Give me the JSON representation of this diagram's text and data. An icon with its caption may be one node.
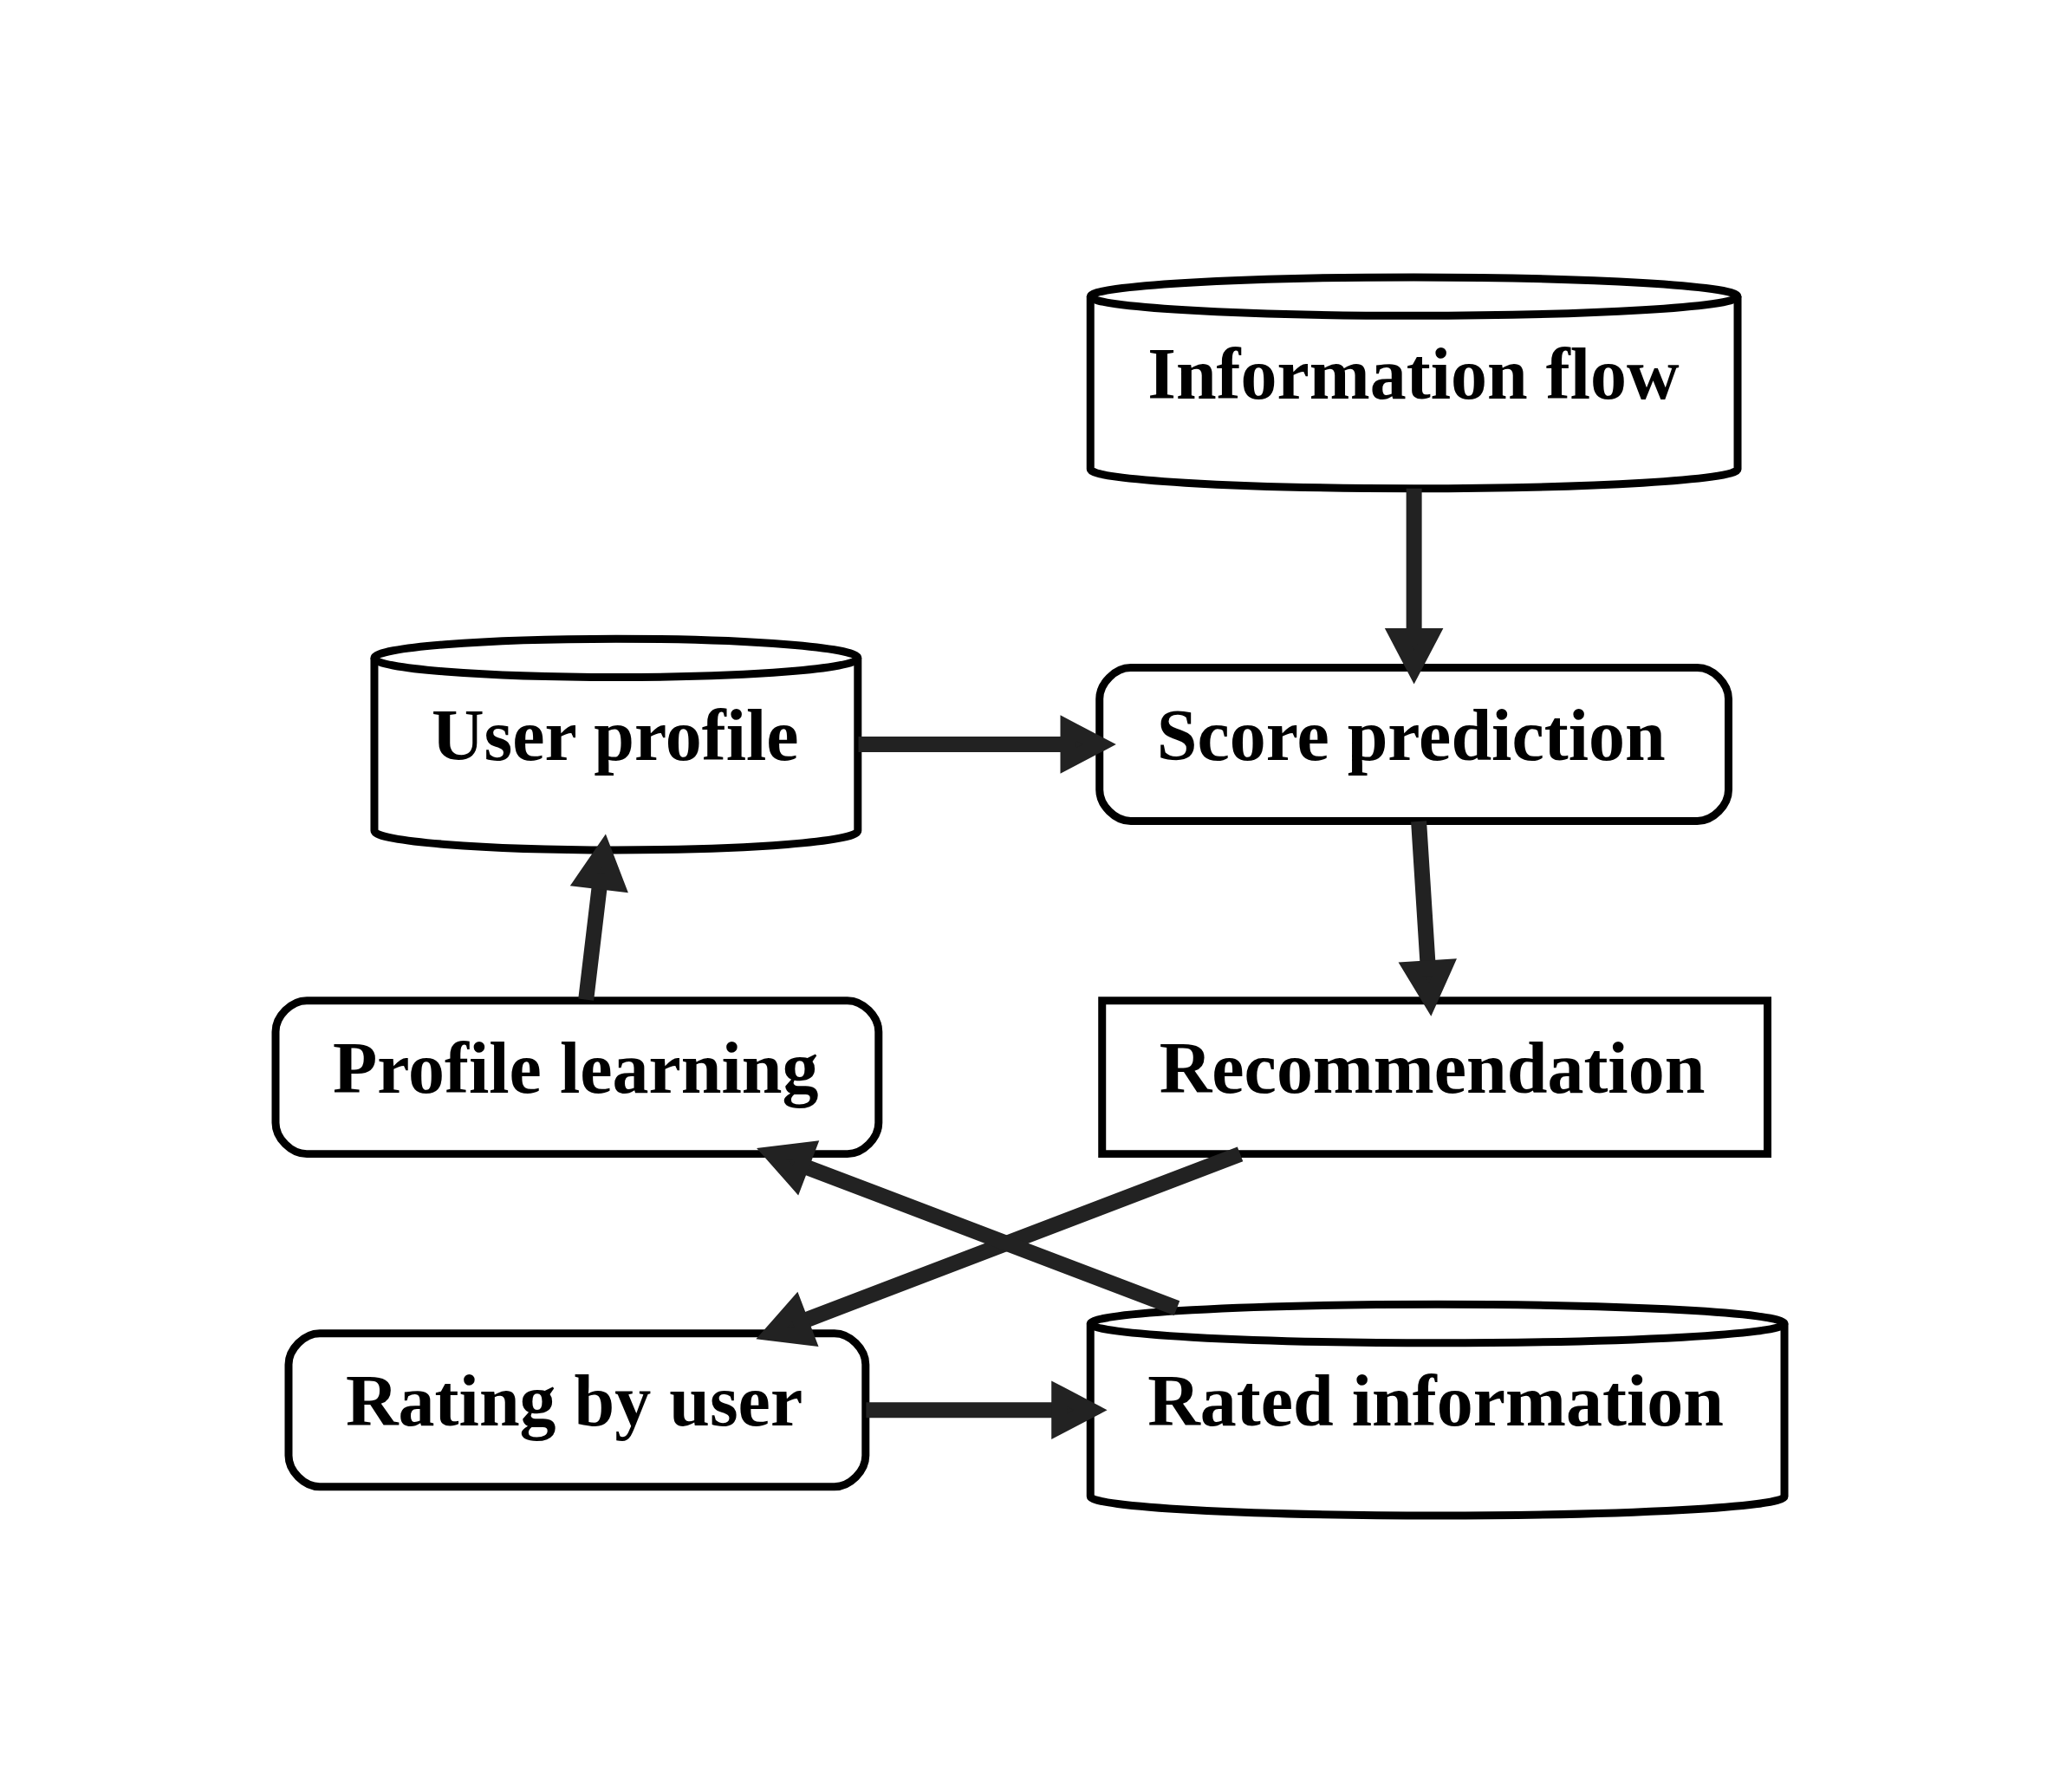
{
  "diagram": {
    "nodes": [
      {
        "text": [
          "Information flow"
        ]
      },
      {
        "text": [
          "User profile"
        ]
      },
      {
        "text": [
          "Score prediction"
        ]
      },
      {
        "text": [
          "Profile learning"
        ]
      },
      {
        "text": [
          "Recommendation"
        ]
      },
      {
        "text": [
          "Rated information"
        ]
      },
      {
        "text": [
          "Rating by user"
        ]
      }
    ],
    "edges": [
      {
        "from": 0,
        "to": 2,
        "arrow": "to"
      },
      {
        "from": 1,
        "to": 2,
        "arrow": "to"
      },
      {
        "from": 2,
        "to": 4,
        "arrow": "to"
      },
      {
        "from": 4,
        "to": 6,
        "arrow": "to"
      },
      {
        "from": 6,
        "to": 5,
        "arrow": "to"
      },
      {
        "from": 5,
        "to": 3,
        "arrow": "to"
      },
      {
        "from": 3,
        "to": 1,
        "arrow": "to"
      }
    ]
  }
}
